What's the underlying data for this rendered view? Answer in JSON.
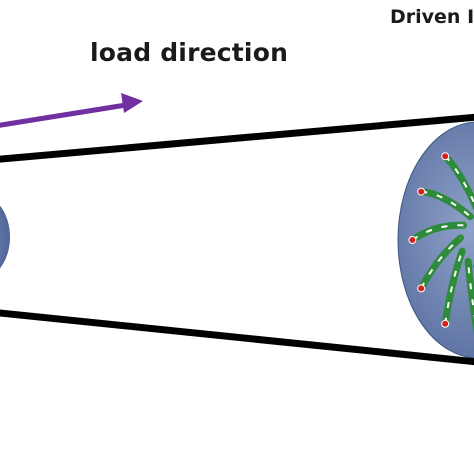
{
  "labels": {
    "load_direction": "load direction",
    "driven": "Driven I"
  },
  "colors": {
    "arrow": "#7030a0",
    "belt": "#000000",
    "pulley_fill": "#6e84b0",
    "pulley_edge": "#3d5586",
    "spring_green": "#2e8b3a",
    "spring_stripe": "#ffffff",
    "pin_red": "#d42020"
  },
  "diagram": {
    "driven_pulley_spokes": 12
  }
}
